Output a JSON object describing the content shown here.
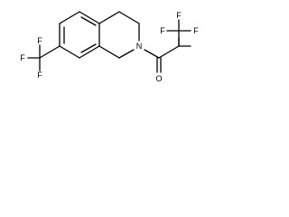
{
  "molecule": {
    "atoms": {
      "F1": "F",
      "F2": "F",
      "F3": "F",
      "F4": "F",
      "F5": "F",
      "F6": "F",
      "N": "N",
      "O": "O"
    }
  }
}
